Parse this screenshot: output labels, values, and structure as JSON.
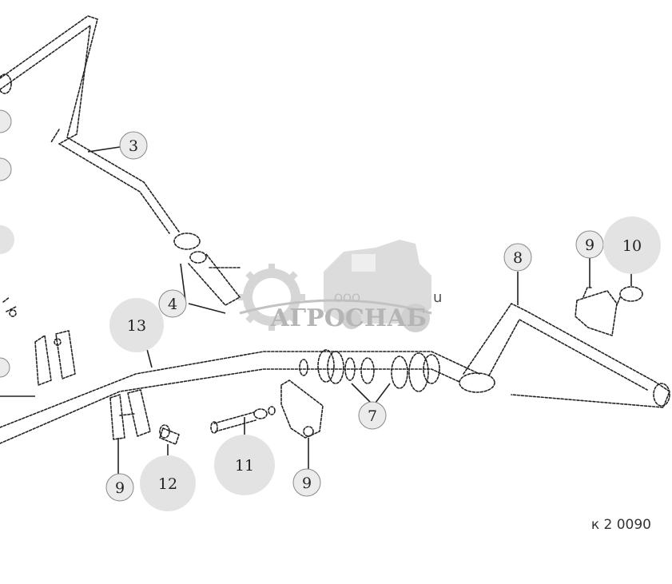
{
  "callouts": {
    "c3": "3",
    "c4": "4",
    "c7": "7",
    "c8": "8",
    "c9a": "9",
    "c9b": "9",
    "c9c": "9",
    "c10": "10",
    "c11": "11",
    "c12": "12",
    "c13": "13"
  },
  "watermark": {
    "company_prefix": "ООО",
    "company_name": "АГРОСНАБ",
    "fragment": "u"
  },
  "figure_reference": "к 2 0090"
}
